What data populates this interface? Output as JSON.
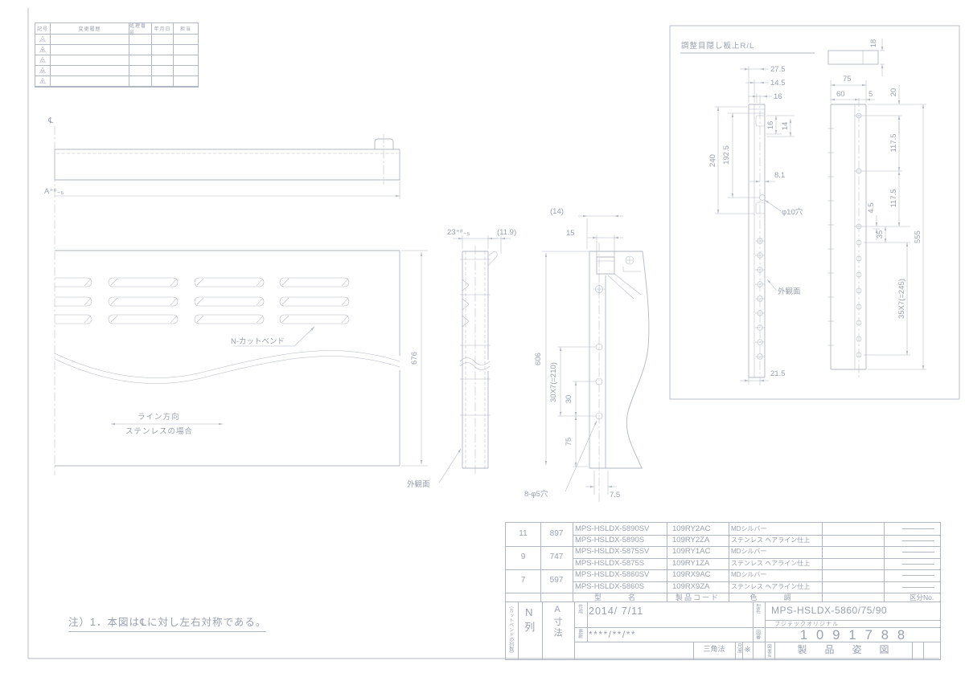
{
  "colors": {
    "line": "#b2b8c2",
    "text": "#9aa1ae",
    "bg": "#ffffff"
  },
  "rev": {
    "tri": "△",
    "headers": [
      "記号",
      "変更履歴",
      "処理番号",
      "年月日",
      "担当"
    ],
    "rows": [
      "A",
      "B",
      "C",
      "D",
      "E"
    ]
  },
  "note": "注）1．本図は℄に対し左右対称である。",
  "top_view": {
    "centerline": "℄",
    "dim_a": "A⁺⁸₋₅"
  },
  "front": {
    "height": "676",
    "cutbend": "N-カットベンド",
    "line_dir": "ライン方向",
    "stainless": "ステンレスの場合"
  },
  "side": {
    "width": "23⁺⁸₋₅",
    "gap": "(11.9)",
    "surface": "外観面"
  },
  "section": {
    "height": "606",
    "pitch": "30X7(=210)",
    "d30": "30",
    "d75": "75",
    "d15": "15",
    "d14": "(14)",
    "holes": "8-φ5穴",
    "d7_5": "7.5"
  },
  "detail": {
    "title": "調整目隠し板上R/L",
    "d18": "18",
    "d27_5": "27.5",
    "d14_5": "14.5",
    "d16_top": "16",
    "d16": "16",
    "d14": "14",
    "d240": "240",
    "d192_5": "192.5",
    "d8_1": "8.1",
    "hole": "φ10穴",
    "surface": "外観面",
    "d21_5": "21.5",
    "d75": "75",
    "d60": "60",
    "d5": "5",
    "d20": "20",
    "d117_a": "117.5",
    "d117_b": "117.5",
    "d4_5": "4.5",
    "d35": "35",
    "pitch": "35X7(=245)",
    "d555": "555"
  },
  "table": {
    "hdr_model": "型　名",
    "hdr_code": "製品コード",
    "hdr_color": "色　調",
    "hdr_kubun": "区分No.",
    "n_col": "N列",
    "a_col": "A寸法",
    "n_note": "（カットベンドの列数）",
    "g": [
      {
        "n": "11",
        "a": "897",
        "m1": "MPS-HSLDX-5890SV",
        "c1": "109RY2AC",
        "f1": "MDシルバー",
        "m2": "MPS-HSLDX-5890S",
        "c2": "109RY2ZA",
        "f2": "ステンレス ヘアライン仕上"
      },
      {
        "n": "9",
        "a": "747",
        "m1": "MPS-HSLDX-5875SV",
        "c1": "109RY1AC",
        "f1": "MDシルバー",
        "m2": "MPS-HSLDX-5875S",
        "c2": "109RY1ZA",
        "f2": "ステンレス ヘアライン仕上"
      },
      {
        "n": "7",
        "a": "597",
        "m1": "MPS-HSLDX-5860SV",
        "c1": "109RX9AC",
        "f1": "MDシルバー",
        "m2": "MPS-HSLDX-5860S",
        "c2": "109RX9ZA",
        "f2": "ステンレス ヘアライン仕上"
      }
    ]
  },
  "title_block": {
    "created_label": "作成",
    "created": "2014/ 7/11",
    "updated_label": "更新",
    "updated": "****/**/**",
    "projection": "三角法",
    "scale_label": "尺度",
    "scale": "※",
    "model_label": "型名",
    "model": "MPS-HSLDX-5860/75/90",
    "model_sub": "フジテックオリジナル",
    "dwgno_label": "図番",
    "dwgno": "1091788",
    "dwgname_label": "図面名",
    "dwgname": "製品姿図"
  }
}
